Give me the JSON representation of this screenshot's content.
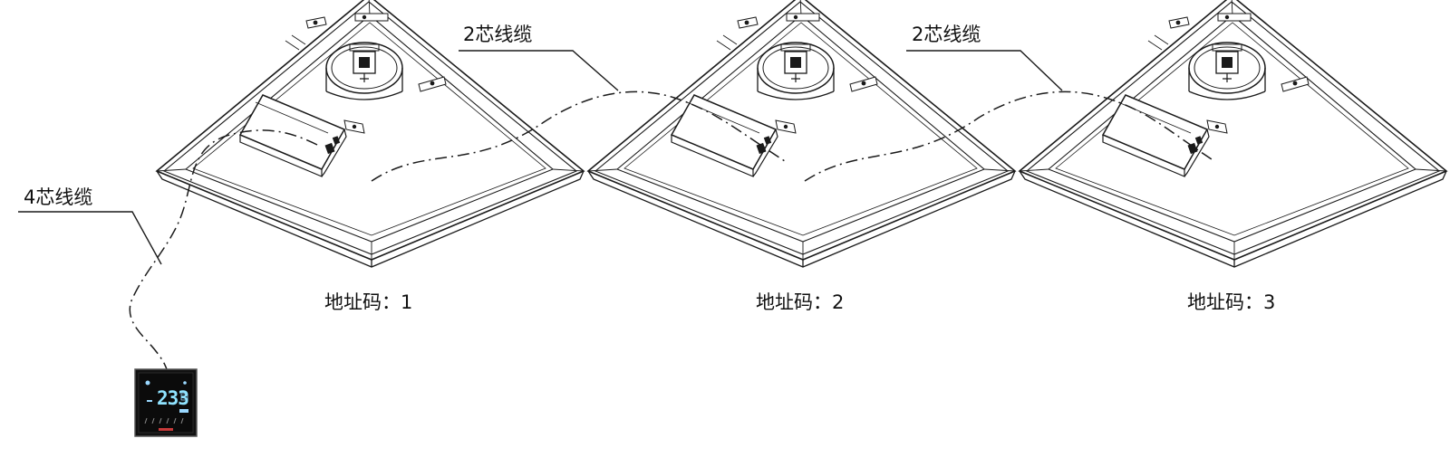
{
  "labels": {
    "cable_two_core_left": "2芯线缆",
    "cable_two_core_right": "2芯线缆",
    "cable_four_core": "4芯线缆"
  },
  "units": [
    {
      "address_text": "地址码：1"
    },
    {
      "address_text": "地址码：2"
    },
    {
      "address_text": "地址码：3"
    }
  ],
  "controller": {
    "display_value": "233"
  },
  "colors": {
    "line": "#1a1a1a",
    "controller_body": "#111111",
    "lcd_digits": "#8fe3ff"
  }
}
